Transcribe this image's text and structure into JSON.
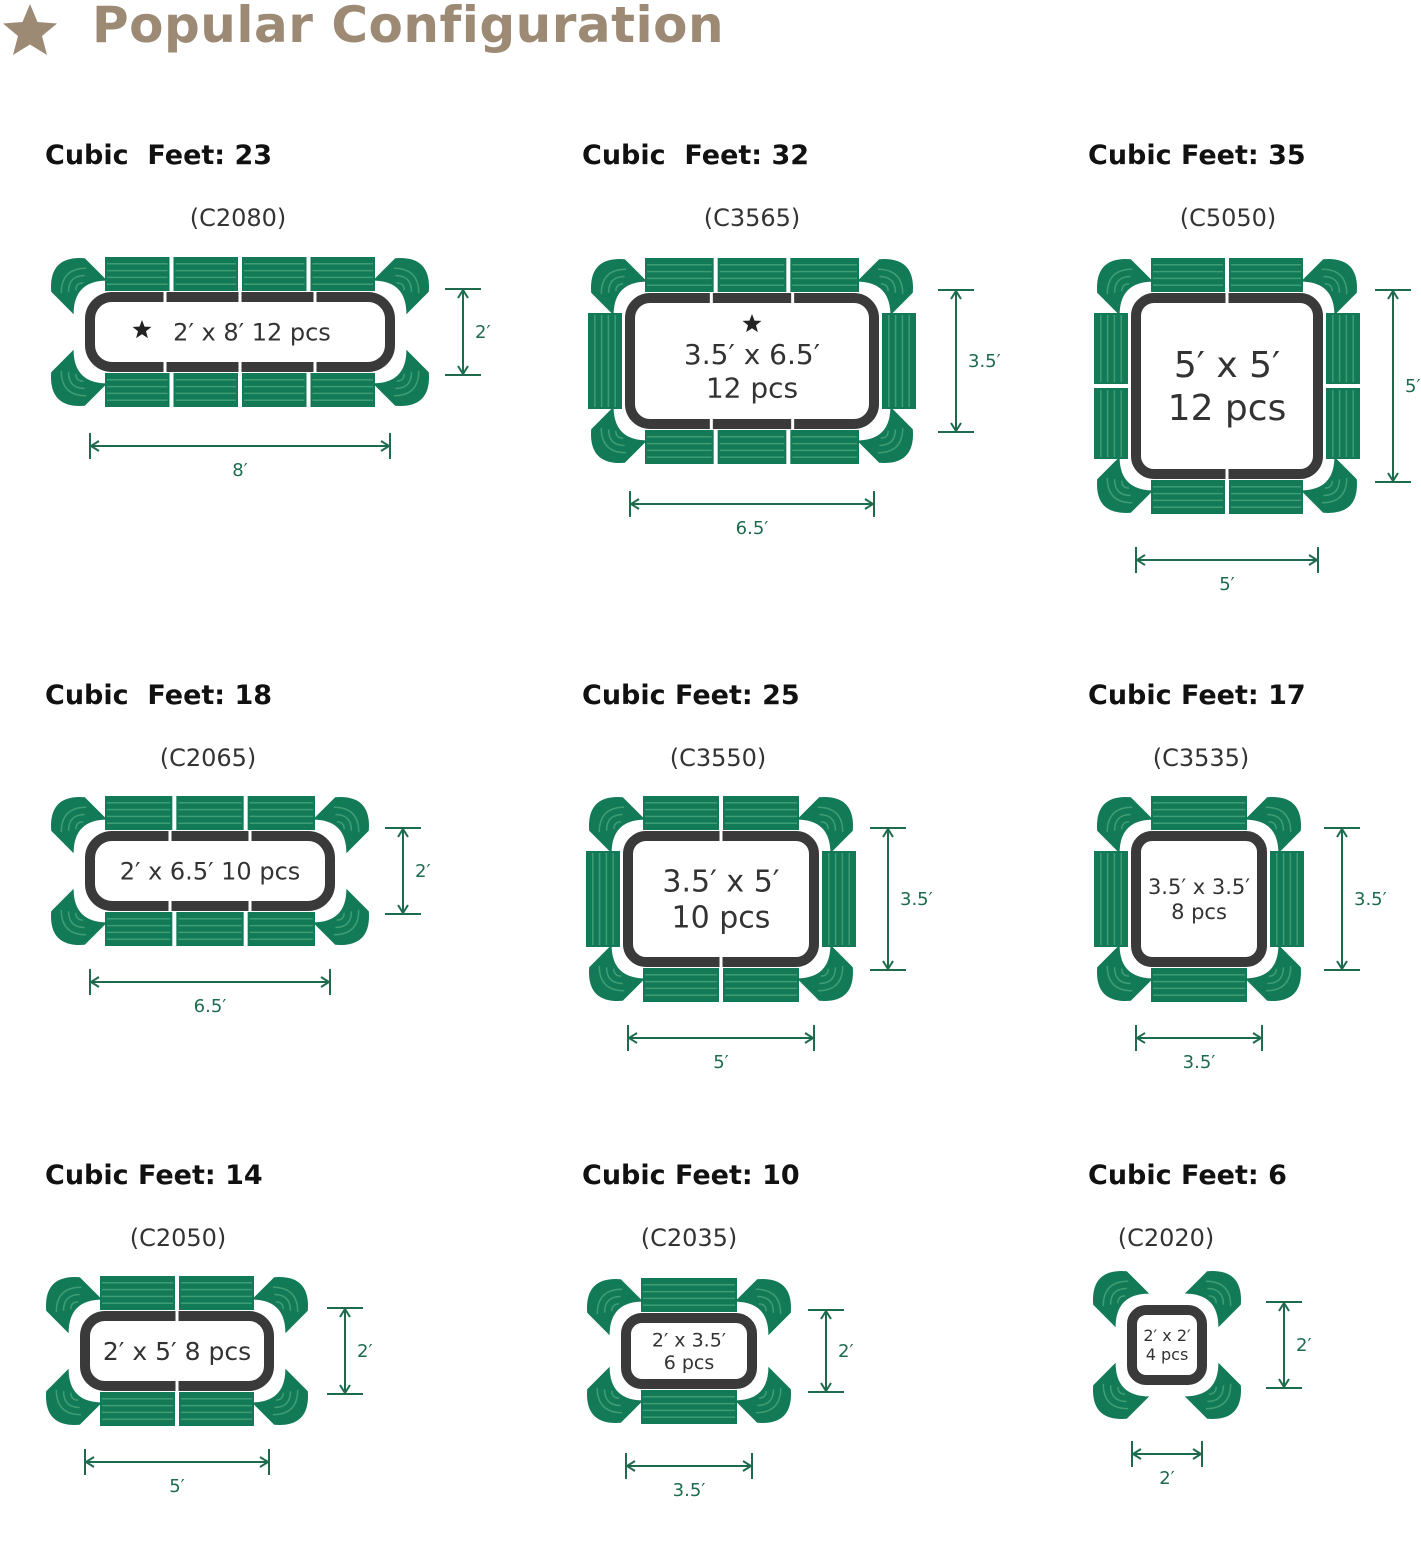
{
  "header": {
    "title": "Popular Configuration",
    "icon": "star-icon",
    "color": "#9c8a75"
  },
  "colors": {
    "chair": "#127a56",
    "chair_stripe": "#3f9d76",
    "frame": "#3a3a3a",
    "dimension": "#1d6b4c"
  },
  "configs": [
    {
      "cubic_feet": "Cubic  Feet: 23",
      "code": "(C2080)",
      "size_text": [
        "2′ x 8′  12 pcs"
      ],
      "starred": true,
      "width_label": "8′",
      "height_label": "2′"
    },
    {
      "cubic_feet": "Cubic  Feet: 32",
      "code": "(C3565)",
      "size_text": [
        "3.5′ x 6.5′",
        "12 pcs"
      ],
      "starred": true,
      "width_label": "6.5′",
      "height_label": "3.5′"
    },
    {
      "cubic_feet": "Cubic Feet: 35",
      "code": "(C5050)",
      "size_text": [
        "5′ x 5′",
        "12 pcs"
      ],
      "starred": false,
      "width_label": "5′",
      "height_label": "5′"
    },
    {
      "cubic_feet": "Cubic  Feet: 18",
      "code": "(C2065)",
      "size_text": [
        "2′ x 6.5′  10 pcs"
      ],
      "starred": false,
      "width_label": "6.5′",
      "height_label": "2′"
    },
    {
      "cubic_feet": "Cubic Feet: 25",
      "code": "(C3550)",
      "size_text": [
        "3.5′ x 5′",
        "10 pcs"
      ],
      "starred": false,
      "width_label": "5′",
      "height_label": "3.5′"
    },
    {
      "cubic_feet": "Cubic Feet: 17",
      "code": "(C3535)",
      "size_text": [
        "3.5′ x 3.5′",
        "8 pcs"
      ],
      "starred": false,
      "width_label": "3.5′",
      "height_label": "3.5′"
    },
    {
      "cubic_feet": "Cubic Feet: 14",
      "code": "(C2050)",
      "size_text": [
        "2′ x 5′  8 pcs"
      ],
      "starred": false,
      "width_label": "5′",
      "height_label": "2′"
    },
    {
      "cubic_feet": "Cubic Feet: 10",
      "code": "(C2035)",
      "size_text": [
        "2′ x 3.5′",
        "6 pcs"
      ],
      "starred": false,
      "width_label": "3.5′",
      "height_label": "2′"
    },
    {
      "cubic_feet": "Cubic Feet: 6",
      "code": "(C2020)",
      "size_text": [
        "2′ x 2′",
        "4 pcs"
      ],
      "starred": false,
      "width_label": "2′",
      "height_label": "2′"
    }
  ]
}
